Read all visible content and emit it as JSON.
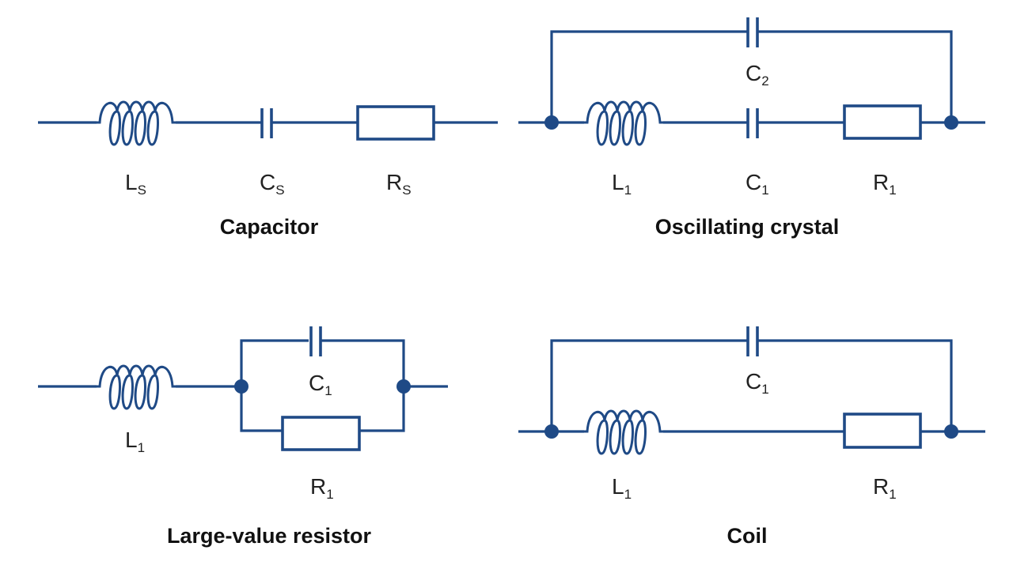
{
  "colors": {
    "wire": "#1f4a86",
    "text": "#222222"
  },
  "circuits": [
    {
      "id": "capacitor",
      "title": "Capacitor",
      "topology": "series L-C-R",
      "components": [
        {
          "type": "inductor",
          "label": "L",
          "subscript": "S"
        },
        {
          "type": "capacitor",
          "label": "C",
          "subscript": "S"
        },
        {
          "type": "resistor",
          "label": "R",
          "subscript": "S"
        }
      ]
    },
    {
      "id": "oscillating-crystal",
      "title": "Oscillating crystal",
      "topology": "series L1-C1-R1 in parallel with C2",
      "components": [
        {
          "type": "capacitor",
          "label": "C",
          "subscript": "2"
        },
        {
          "type": "inductor",
          "label": "L",
          "subscript": "1"
        },
        {
          "type": "capacitor",
          "label": "C",
          "subscript": "1"
        },
        {
          "type": "resistor",
          "label": "R",
          "subscript": "1"
        }
      ]
    },
    {
      "id": "large-value-resistor",
      "title": "Large-value resistor",
      "topology": "L1 in series with (C1 parallel R1)",
      "components": [
        {
          "type": "inductor",
          "label": "L",
          "subscript": "1"
        },
        {
          "type": "capacitor",
          "label": "C",
          "subscript": "1"
        },
        {
          "type": "resistor",
          "label": "R",
          "subscript": "1"
        }
      ]
    },
    {
      "id": "coil",
      "title": "Coil",
      "topology": "series L1-R1 in parallel with C1",
      "components": [
        {
          "type": "capacitor",
          "label": "C",
          "subscript": "1"
        },
        {
          "type": "inductor",
          "label": "L",
          "subscript": "1"
        },
        {
          "type": "resistor",
          "label": "R",
          "subscript": "1"
        }
      ]
    }
  ]
}
